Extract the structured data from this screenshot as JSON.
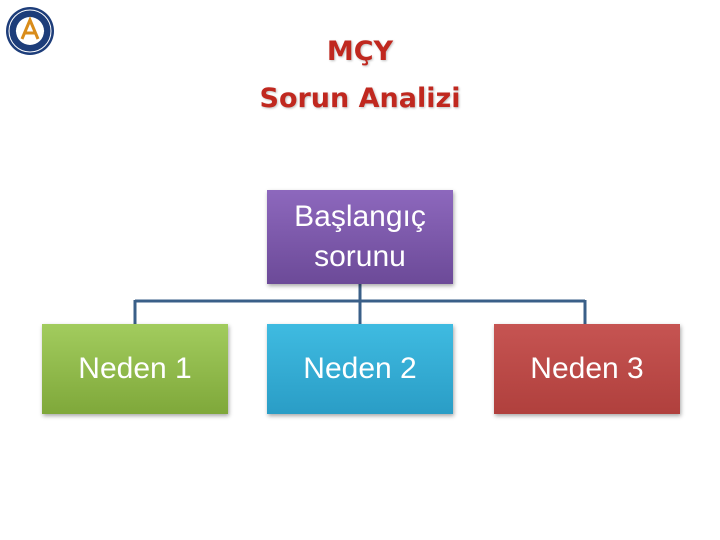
{
  "header": {
    "title_line1": "MÇY",
    "title_line2": "Sorun Analizi",
    "title_color": "#c0281f"
  },
  "logo": {
    "icon": "university-seal-icon"
  },
  "diagram": {
    "root": {
      "line1": "Başlangıç",
      "line2": "sorunu",
      "color": "#7a55a8"
    },
    "children": [
      {
        "label": "Neden 1",
        "color": "#8fb84a"
      },
      {
        "label": "Neden 2",
        "color": "#33acd6"
      },
      {
        "label": "Neden 3",
        "color": "#bd4b48"
      }
    ],
    "connector_color": "#3a5f88"
  }
}
